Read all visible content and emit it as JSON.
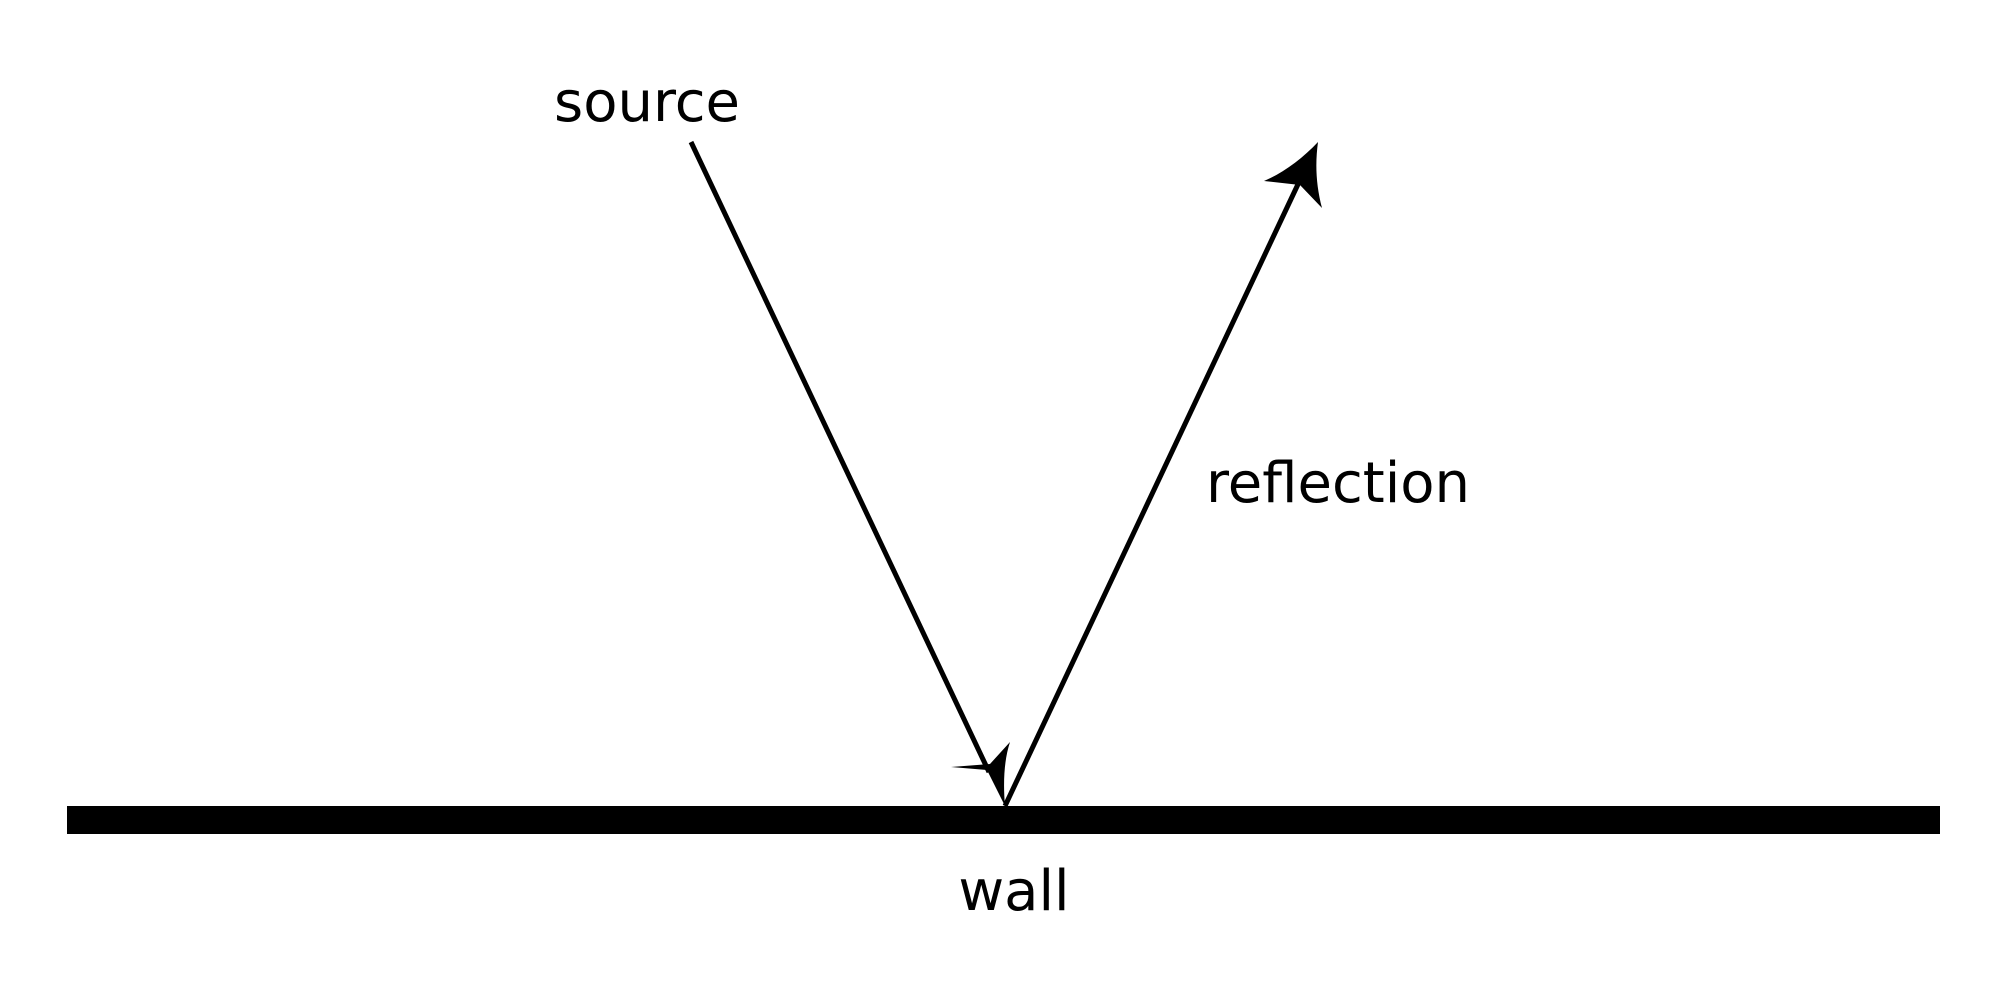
{
  "labels": {
    "source": "source",
    "reflection": "reflection",
    "wall": "wall"
  },
  "colors": {
    "ink": "#000000",
    "background": "#ffffff"
  }
}
